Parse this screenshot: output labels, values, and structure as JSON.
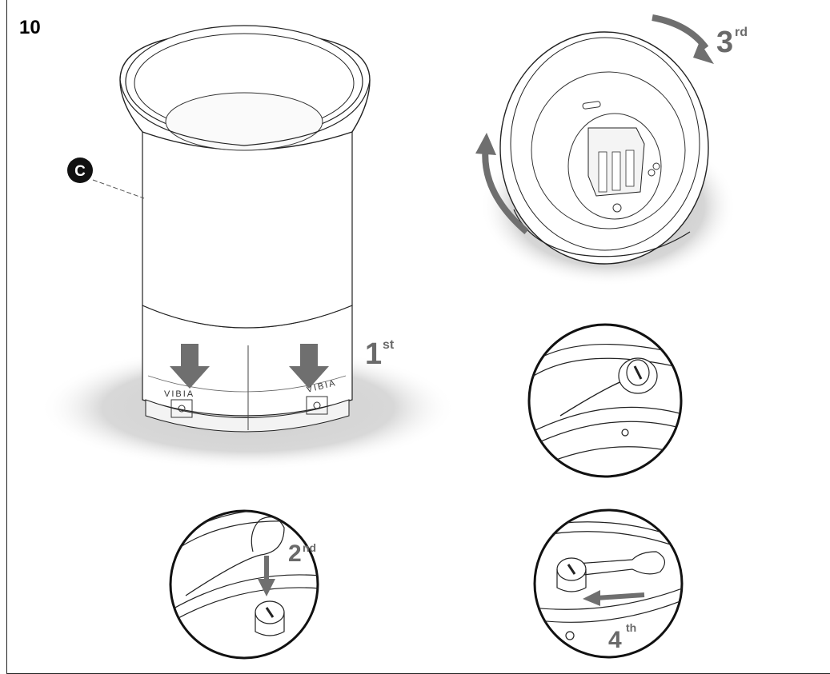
{
  "page": {
    "step_number": "10",
    "part_callout": "C"
  },
  "steps": {
    "first": {
      "num": "1",
      "sup": "st"
    },
    "second": {
      "num": "2",
      "sup": "nd"
    },
    "third": {
      "num": "3",
      "sup": "rd"
    },
    "fourth": {
      "num": "4",
      "sup": "th"
    }
  },
  "product": {
    "brand_left": "VIBIA",
    "brand_right": "VIBIA"
  },
  "colors": {
    "line": "#222222",
    "arrow": "#6f6f6f",
    "shadow": "#d9d9d9",
    "label": "#6a6a6a"
  }
}
